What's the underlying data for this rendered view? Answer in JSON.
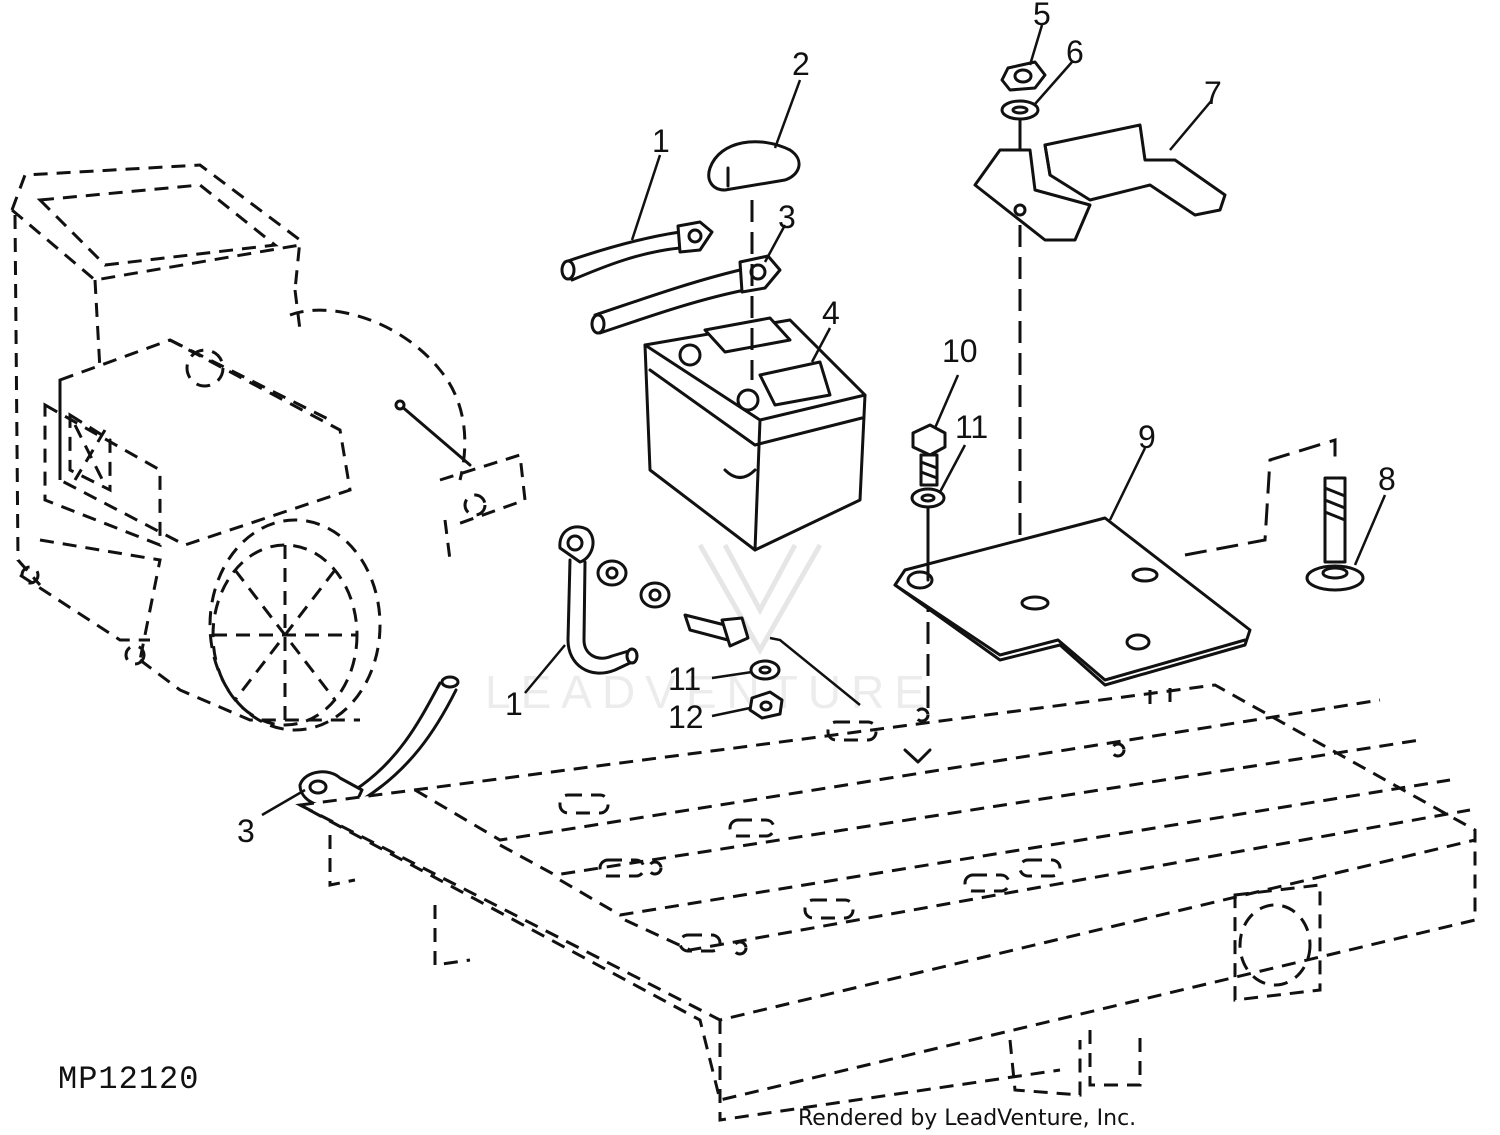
{
  "figure_id": "MP12120",
  "credit": "Rendered by LeadVenture, Inc.",
  "watermark": {
    "text": "LEADVENTURE"
  },
  "callouts": [
    {
      "label": "1",
      "part": "battery-cable-positive"
    },
    {
      "label": "2",
      "part": "terminal-cover"
    },
    {
      "label": "3",
      "part": "battery-cable-terminal"
    },
    {
      "label": "4",
      "part": "battery"
    },
    {
      "label": "5",
      "part": "nut"
    },
    {
      "label": "6",
      "part": "lock-washer"
    },
    {
      "label": "7",
      "part": "hold-down-bracket"
    },
    {
      "label": "8",
      "part": "carriage-bolt"
    },
    {
      "label": "9",
      "part": "battery-support-plate"
    },
    {
      "label": "10",
      "part": "cap-screw"
    },
    {
      "label": "11",
      "part": "washer"
    },
    {
      "label": "1",
      "part": "ground-cable"
    },
    {
      "label": "11",
      "part": "washer-lower"
    },
    {
      "label": "12",
      "part": "nut-lower"
    },
    {
      "label": "3",
      "part": "ground-cable-terminal"
    }
  ]
}
